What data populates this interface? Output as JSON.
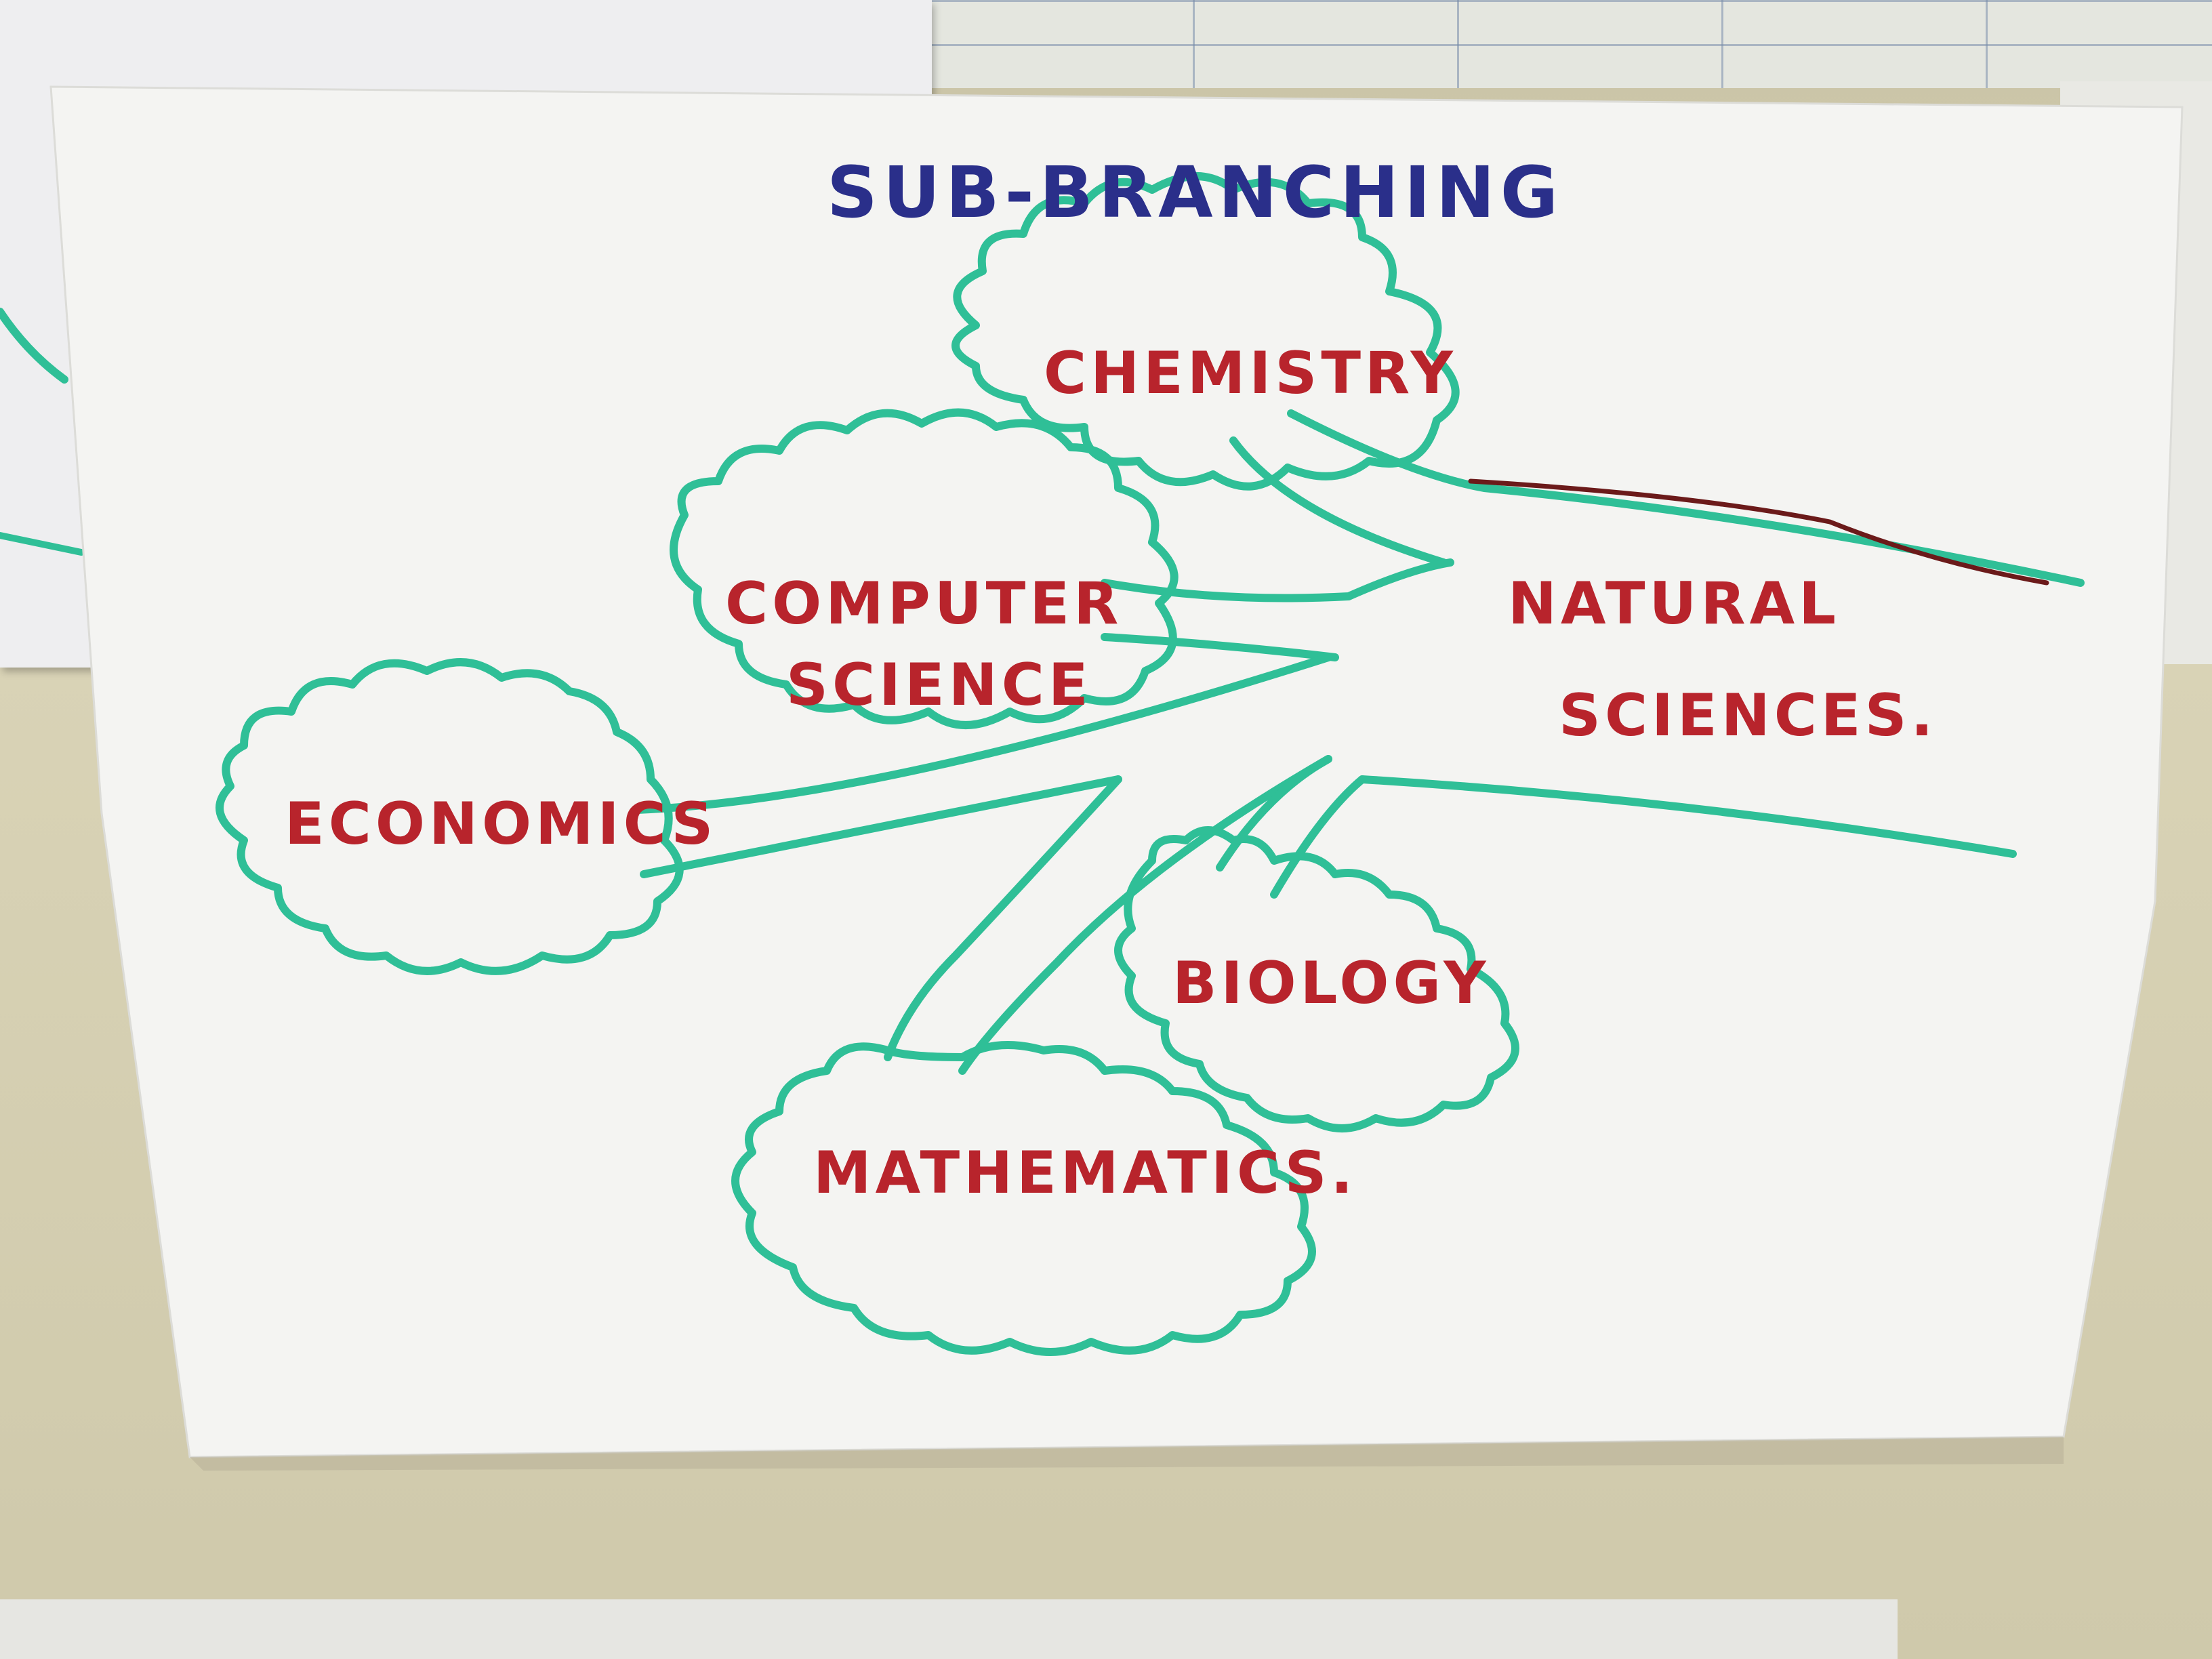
{
  "poster": {
    "title": "SUB-BRANCHING",
    "center_line1": "NATURAL",
    "center_line2": "SCIENCES.",
    "branches": {
      "chemistry": "CHEMISTRY",
      "computer_science_line1": "COMPUTER",
      "computer_science_line2": "SCIENCE",
      "economics": "ECONOMICS",
      "biology": "BIOLOGY",
      "mathematics": "MATHEMATICS."
    }
  },
  "colors": {
    "title": "#2a2f8a",
    "labels": "#b8242c",
    "branch_lines": "#2fbf97",
    "accent_line": "#6b1a1a",
    "paper": "#f4f4f2"
  }
}
